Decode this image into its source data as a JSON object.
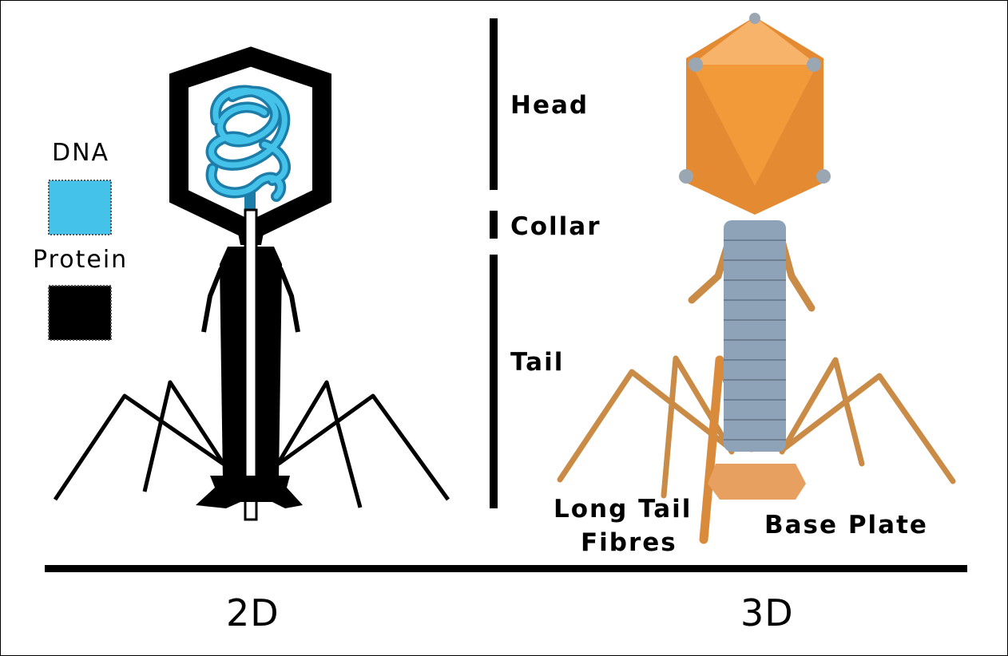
{
  "legend": {
    "dna_label": "DNA",
    "protein_label": "Protein",
    "dna_color": "#45c2ea",
    "protein_color": "#000000"
  },
  "parts": {
    "head": "Head",
    "collar": "Collar",
    "tail": "Tail",
    "long_tail_fibres_line1": "Long Tail",
    "long_tail_fibres_line2": "Fibres",
    "base_plate": "Base Plate"
  },
  "views": {
    "left": "2D",
    "right": "3D"
  },
  "colors": {
    "capsid_3d": "#f29a3a",
    "tail_3d": "#8ea3b8",
    "fibre_3d": "#c98b45"
  }
}
